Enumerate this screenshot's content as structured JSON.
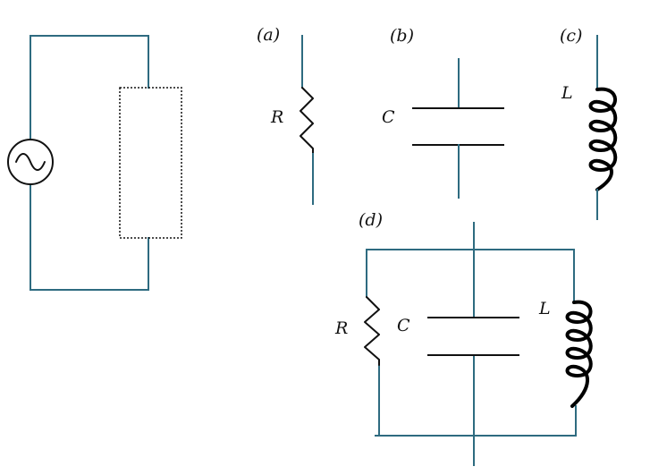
{
  "source_circuit": {
    "source_icon": "ac-source-icon",
    "load_box": "dashed-placeholder-box"
  },
  "panels": {
    "a": {
      "tag": "(a)",
      "label": "R",
      "icon": "resistor-icon"
    },
    "b": {
      "tag": "(b)",
      "label": "C",
      "icon": "capacitor-icon"
    },
    "c": {
      "tag": "(c)",
      "label": "L",
      "icon": "inductor-icon"
    },
    "d": {
      "tag": "(d)",
      "labels": {
        "r": "R",
        "c": "C",
        "l": "L"
      }
    }
  },
  "colors": {
    "wire": "#2e6b80",
    "ink": "#111111"
  }
}
